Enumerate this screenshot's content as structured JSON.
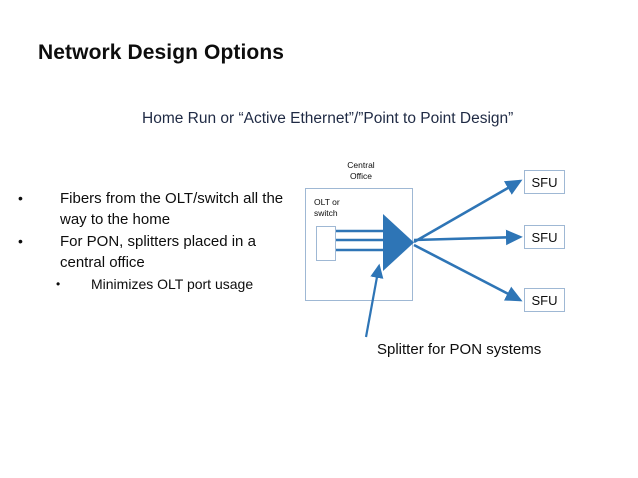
{
  "slide": {
    "title": "Network Design Options",
    "subtitle": "Home Run or “Active Ethernet”/”Point to Point Design”",
    "background_color": "#ffffff",
    "title_color": "#0d0d0d",
    "subtitle_color": "#1f2a44",
    "accent_color": "#2e75b6",
    "box_border_color": "#9fb8d4"
  },
  "bullets": [
    {
      "level": 1,
      "marker": "•",
      "text": "Fibers from the OLT/switch all the way to the home"
    },
    {
      "level": 1,
      "marker": "•",
      "text": "For PON, splitters placed in a central office"
    },
    {
      "level": 2,
      "marker": "•",
      "text": "Minimizes OLT port usage"
    }
  ],
  "diagram": {
    "central_office_label": "Central Office",
    "central_office_label_line1": "Central",
    "central_office_label_line2": "Office",
    "olt_label_line1": "OLT or",
    "olt_label_line2": "switch",
    "splitter_caption": "Splitter for PON systems",
    "endpoints": [
      {
        "label": "SFU"
      },
      {
        "label": "SFU"
      },
      {
        "label": "SFU"
      }
    ],
    "feeder_line_count": 3,
    "drop_arrow_count": 3
  }
}
